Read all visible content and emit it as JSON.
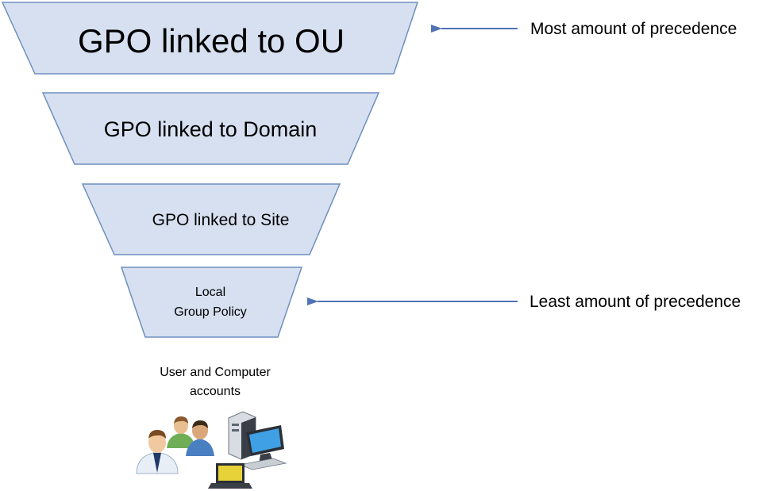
{
  "colors": {
    "tier_fill": "#d6e0f0",
    "tier_stroke": "#6f8fbf",
    "arrow": "#4f73b5",
    "background": "#ffffff"
  },
  "tiers": [
    {
      "label": "GPO linked to OU"
    },
    {
      "label": "GPO linked to Domain"
    },
    {
      "label": "GPO linked to Site"
    },
    {
      "label_line1": "Local",
      "label_line2": "Group Policy"
    }
  ],
  "annotations": {
    "most": "Most amount of precedence",
    "least": "Least amount of precedence"
  },
  "accounts": {
    "caption_line1": "User and Computer",
    "caption_line2": "accounts",
    "icons": [
      "user-icon",
      "user-group-icon",
      "computer-tower-icon",
      "monitor-icon",
      "laptop-icon"
    ]
  }
}
